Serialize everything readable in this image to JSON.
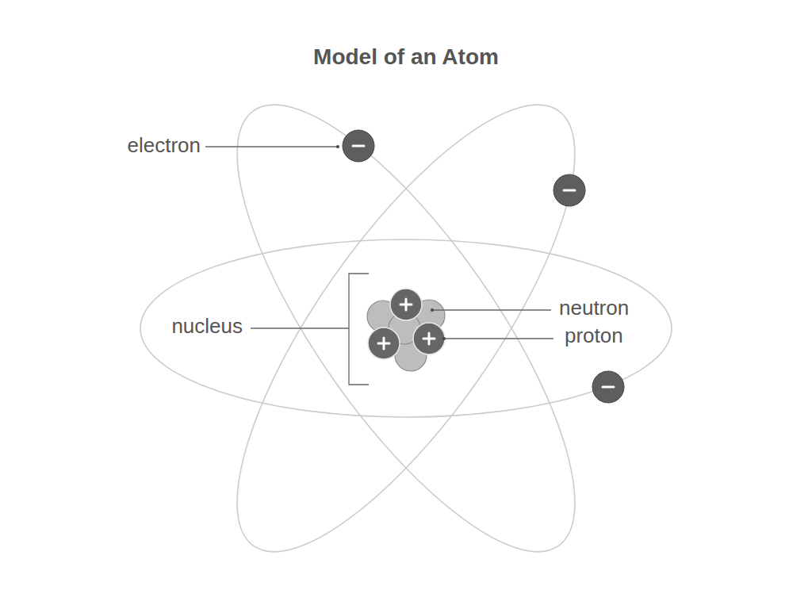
{
  "diagram": {
    "title": "Model of an Atom",
    "labels": [
      "electron",
      "nucleus",
      "neutron",
      "proton"
    ]
  }
}
